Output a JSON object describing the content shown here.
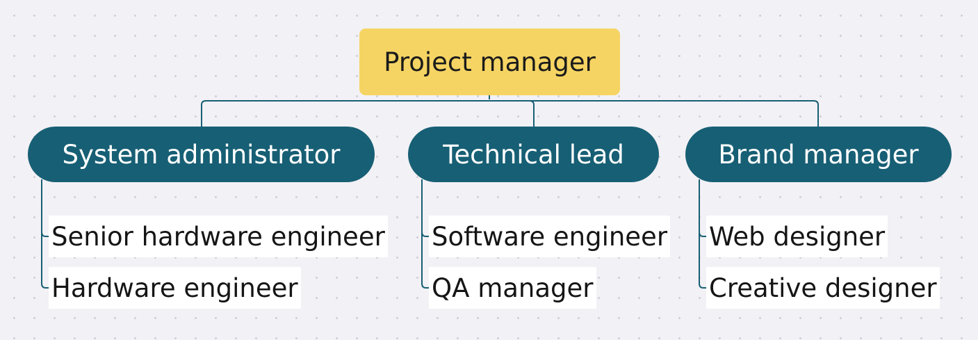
{
  "colors": {
    "root_fill": "#f5d463",
    "manager_fill": "#175f74",
    "connector": "#175f74",
    "leaf_fill": "#ffffff",
    "background": "#f2f1f5"
  },
  "root": {
    "label": "Project manager"
  },
  "managers": [
    {
      "label": "System administrator",
      "reports": [
        "Senior hardware engineer",
        "Hardware engineer"
      ]
    },
    {
      "label": "Technical lead",
      "reports": [
        "Software engineer",
        "QA manager"
      ]
    },
    {
      "label": "Brand manager",
      "reports": [
        "Web designer",
        "Creative designer"
      ]
    }
  ]
}
